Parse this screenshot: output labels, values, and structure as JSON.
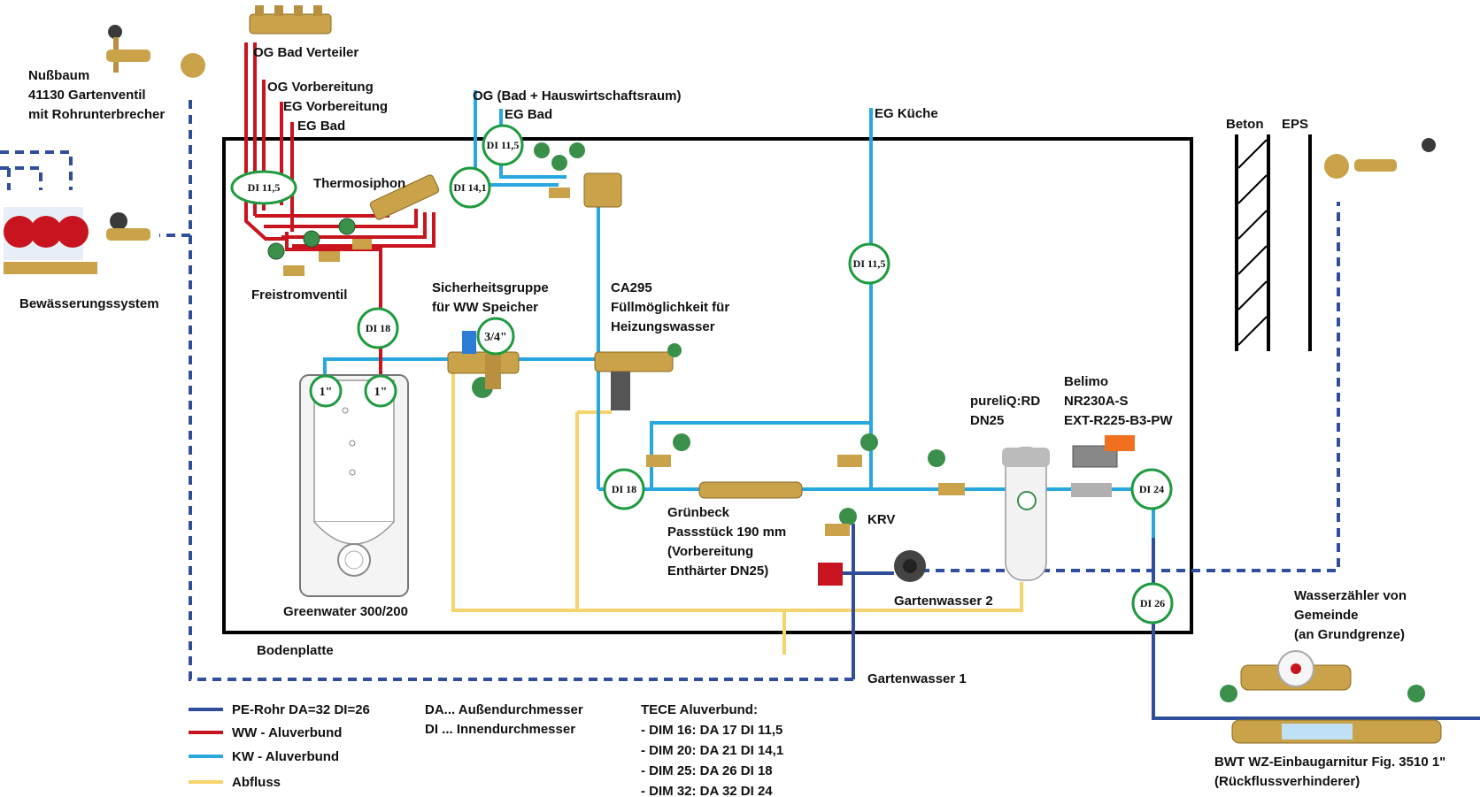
{
  "colors": {
    "pe_pipe": "#2f4f9c",
    "ww_pipe": "#c8141e",
    "kw_pipe": "#29a8e0",
    "drain_pipe": "#f7d36b",
    "badge_ring": "#1f9b3f",
    "brass": "#c9a24a",
    "valve_green": "#3a8f4a"
  },
  "labels": {
    "nussbaum": [
      "Nußbaum",
      "41130 Gartenventil",
      "mit Rohrunterbrecher"
    ],
    "bewaesserung": "Bewässerungssystem",
    "og_bad_verteiler": "OG Bad Verteiler",
    "og_vorbereitung": "OG Vorbereitung",
    "eg_vorbereitung": "EG Vorbereitung",
    "eg_bad_ww": "EG Bad",
    "thermosiphon": "Thermosiphon",
    "freistromventil": "Freistromventil",
    "og_bad_hwr": "OG (Bad + Hauswirtschaftsraum)",
    "eg_bad_kw": "EG Bad",
    "eg_kueche": "EG Küche",
    "beton": "Beton",
    "eps": "EPS",
    "sicherheitsgruppe": [
      "Sicherheitsgruppe",
      "für WW Speicher"
    ],
    "ca295": [
      "CA295",
      "Füllmöglichkeit für",
      "Heizungswasser"
    ],
    "pureliq": [
      "pureliQ:RD",
      "DN25"
    ],
    "belimo": [
      "Belimo",
      "NR230A-S",
      "EXT-R225-B3-PW"
    ],
    "gruenbeck": [
      "Grünbeck",
      "Passstück 190 mm",
      "(Vorbereitung",
      "Enthärter DN25)"
    ],
    "krv": "KRV",
    "gartenwasser2": "Gartenwasser 2",
    "gartenwasser1": "Gartenwasser 1",
    "greenwater": "Greenwater 300/200",
    "bodenplatte": "Bodenplatte",
    "wasserzaehler": [
      "Wasserzähler von",
      "Gemeinde",
      "(an Grundgrenze)"
    ],
    "bwt": [
      "BWT WZ-Einbaugarnitur Fig. 3510 1\"",
      "(Rückflussverhinderer)"
    ]
  },
  "badges": {
    "ww_di115": "DI 11,5",
    "kw_di115_top": "DI 11,5",
    "kw_di141": "DI 14,1",
    "kw_di115_kueche": "DI 11,5",
    "ww_di18": "DI 18",
    "kw_di18": "DI 18",
    "di24": "DI 24",
    "di26": "DI 26",
    "tank_1_left": "1\"",
    "tank_1_right": "1\"",
    "sg_34": "3/4\""
  },
  "legend": [
    {
      "label": "PE-Rohr DA=32  DI=26",
      "color_key": "pe_pipe"
    },
    {
      "label": "WW - Aluverbund",
      "color_key": "ww_pipe"
    },
    {
      "label": "KW - Aluverbund",
      "color_key": "kw_pipe"
    },
    {
      "label": "Abfluss",
      "color_key": "drain_pipe"
    }
  ],
  "abbrev": [
    "DA... Außendurchmesser",
    "DI ... Innendurchmesser"
  ],
  "tece": {
    "title": "TECE Aluverbund:",
    "rows": [
      "- DIM 16: DA 17  DI 11,5",
      "- DIM 20: DA 21  DI 14,1",
      "- DIM 25: DA 26  DI 18",
      "- DIM 32: DA 32  DI 24"
    ]
  }
}
